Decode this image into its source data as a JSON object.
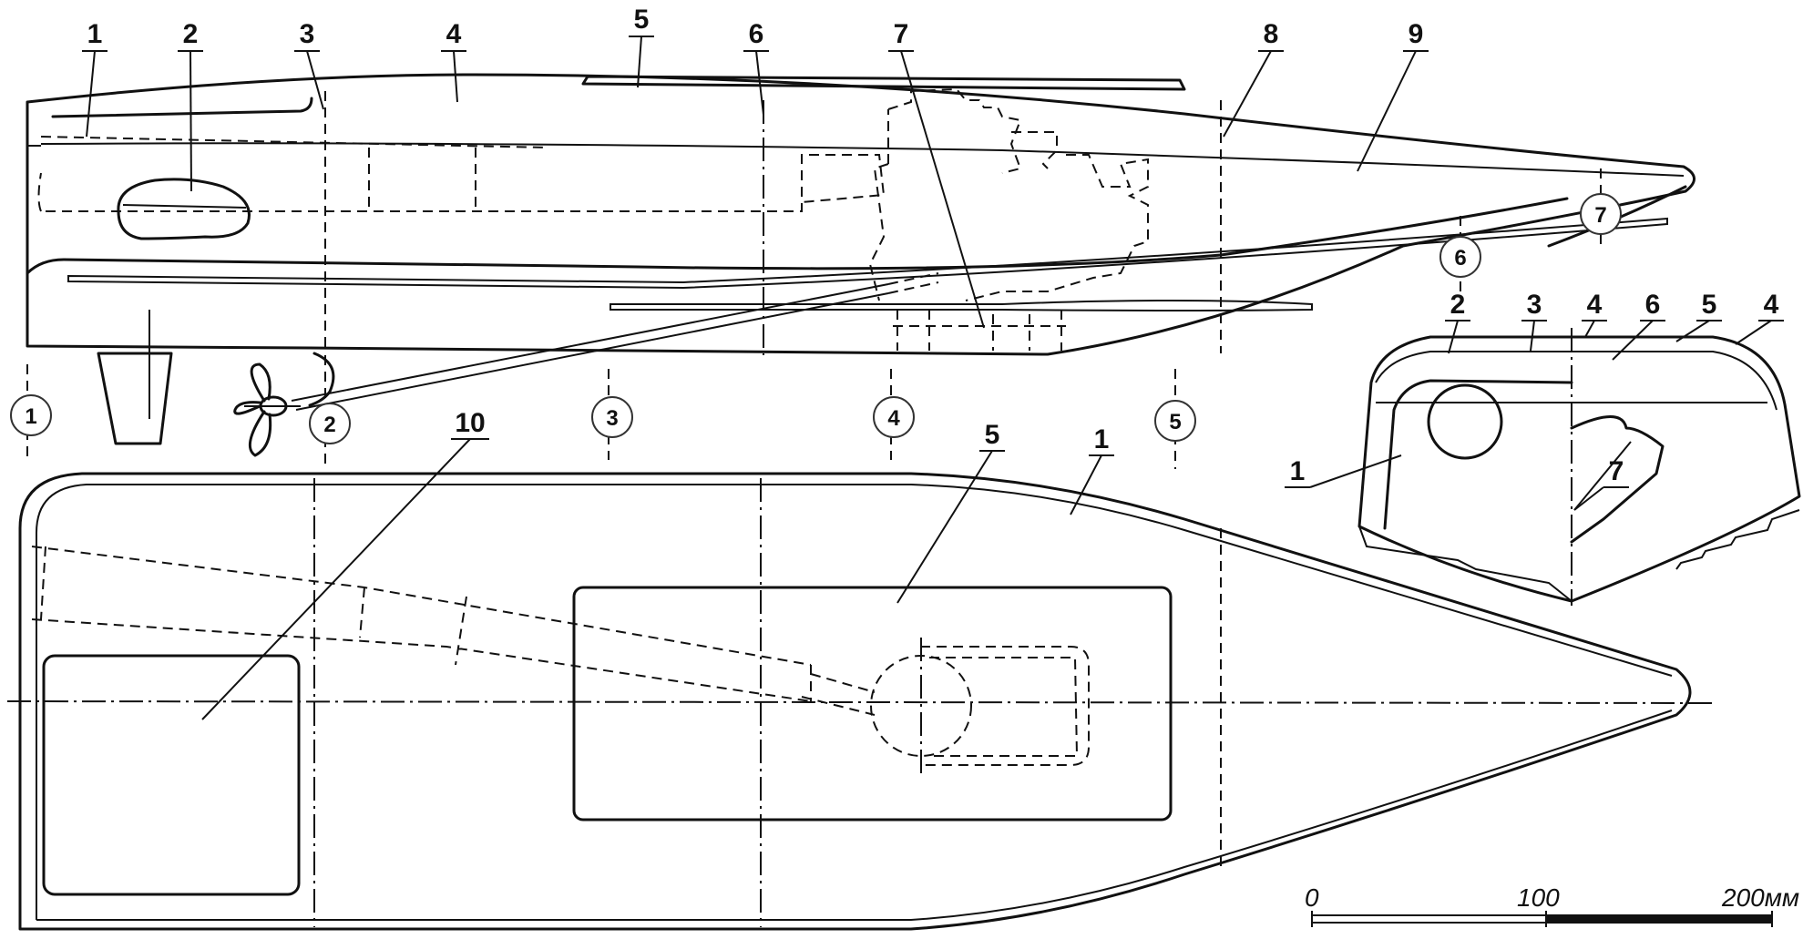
{
  "callouts": {
    "c1": "1",
    "c2": "2",
    "c3": "3",
    "c4": "4",
    "c5": "5",
    "c6": "6",
    "c7": "7",
    "c8": "8",
    "c9": "9",
    "c10": "10"
  },
  "sections": [
    "1",
    "2",
    "3",
    "4",
    "5",
    "6",
    "7"
  ],
  "scale": {
    "zero": "0",
    "mid": "100",
    "end": "200мм"
  }
}
